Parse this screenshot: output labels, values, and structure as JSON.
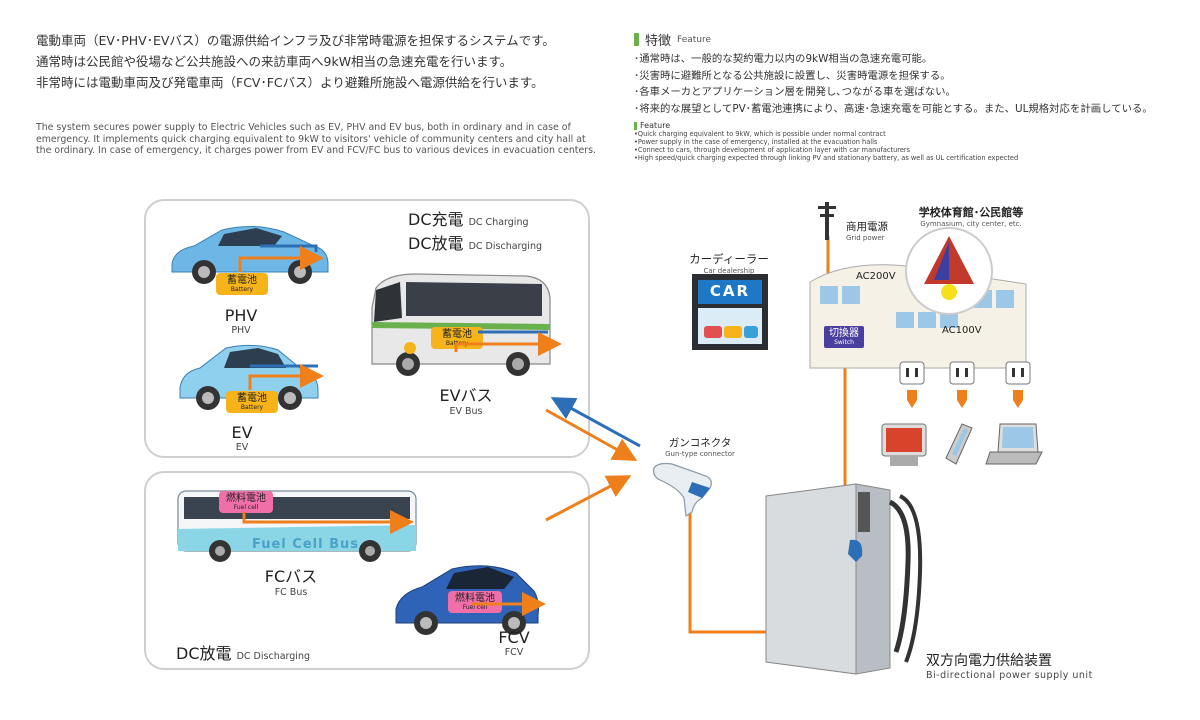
{
  "intro": {
    "jp_lines": [
      "電動車両（EV･PHV･EVバス）の電源供給インフラ及び非常時電源を担保するシステムです。",
      "通常時は公民館や役場など公共施設への来訪車両へ9kW相当の急速充電を行います。",
      "非常時には電動車両及び発電車両（FCV･FCバス）より避難所施設へ電源供給を行います。"
    ],
    "en_text": "The system secures power supply to Electric Vehicles such as EV, PHV and EV bus, both in ordinary and in case of emergency. It implements quick charging equivalent to 9kW to visitors' vehicle of community centers and city hall at the ordinary. In case of emergency, it charges power from EV and FCV/FC bus to various devices in evacuation centers."
  },
  "feature_jp": {
    "title": "特徴",
    "title_en": "Feature",
    "items": [
      "･通常時は、一般的な契約電力以内の9kW相当の急速充電可能。",
      "･災害時に避難所となる公共施設に設置し、災害時電源を担保する。",
      "･各車メーカとアプリケーション層を開発し､つながる車を選ばない。",
      "･将来的な展望としてPV･蓄電池連携により、高速･急速充電を可能とする。また、UL規格対応を計画している。"
    ]
  },
  "feature_en": {
    "title": "Feature",
    "items": [
      "•Quick charging equivalent to 9kW, which is possible under normal contract",
      "•Power supply in the case of emergency, installed at the evacuation halls",
      "•Connect to cars, through development of application layer with car manufacturers",
      "•High speed/quick charging expected through linking PV and stationary battery, as well as UL certification expected"
    ]
  },
  "panel_top": {
    "dc_charging_jp": "DC充電",
    "dc_charging_en": "DC Charging",
    "dc_discharging_jp": "DC放電",
    "dc_discharging_en": "DC Discharging",
    "phv_label": "PHV",
    "phv_sub": "PHV",
    "ev_label": "EV",
    "ev_sub": "EV",
    "evbus_label": "EVバス",
    "evbus_sub": "EV Bus",
    "battery_jp": "蓄電池",
    "battery_en": "Battery"
  },
  "panel_bottom": {
    "fcbus_label": "FCバス",
    "fcbus_sub": "FC Bus",
    "fcv_label": "FCV",
    "fcv_sub": "FCV",
    "fuelcell_jp": "燃料電池",
    "fuelcell_en": "Fuel cell",
    "bus_side_text": "Fuel Cell Bus",
    "dc_discharging_jp": "DC放電",
    "dc_discharging_en": "DC Discharging"
  },
  "dealer": {
    "jp": "カーディーラー",
    "en": "Car dealership",
    "sign": "CAR"
  },
  "connector": {
    "jp": "ガンコネクタ",
    "en": "Gun-type connector"
  },
  "grid": {
    "jp": "商用電源",
    "en": "Grid power"
  },
  "facility": {
    "jp": "学校体育館･公民館等",
    "en": "Gymnasium, city center, etc."
  },
  "building": {
    "ac200": "AC200V",
    "ac100": "AC100V",
    "switch_jp": "切換器",
    "switch_en": "Switch"
  },
  "unit": {
    "jp": "双方向電力供給装置",
    "en": "Bi-directional power supply unit"
  },
  "colors": {
    "orange": "#ef7f1a",
    "blue": "#2c6fb7",
    "battery": "#f6b41a",
    "fuel": "#f06fa8",
    "switch": "#4a3f9f"
  }
}
